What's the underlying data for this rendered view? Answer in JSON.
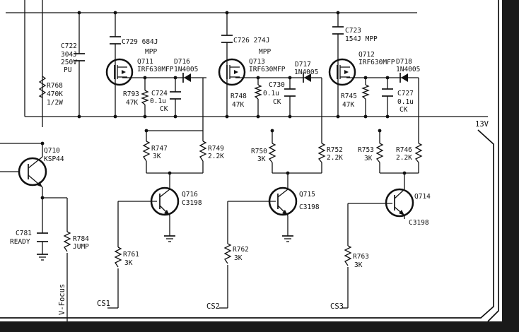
{
  "supply_label": "13V",
  "capacitors": {
    "c722": [
      "C722",
      "304J",
      "250V",
      "PU"
    ],
    "c729": [
      "C729 684J",
      "MPP"
    ],
    "c726": [
      "C726 274J",
      "MPP"
    ],
    "c723": [
      "C723",
      "154J MPP"
    ],
    "c724": [
      "C724",
      "0.1u",
      "CK"
    ],
    "c730": [
      "C730",
      "0.1u",
      "CK"
    ],
    "c727": [
      "C727",
      "0.1u",
      "CK"
    ],
    "c781": [
      "C781",
      "READY"
    ]
  },
  "resistors": {
    "r768": [
      "R768",
      "470K",
      "1/2W"
    ],
    "r793": [
      "R793",
      "47K"
    ],
    "r748": [
      "R748",
      "47K"
    ],
    "r745": [
      "R745",
      "47K"
    ],
    "r747": [
      "R747",
      "3K"
    ],
    "r749": [
      "R749",
      "2.2K"
    ],
    "r750": [
      "R750",
      "3K"
    ],
    "r752": [
      "R752",
      "2.2K"
    ],
    "r753": [
      "R753",
      "3K"
    ],
    "r746": [
      "R746",
      "2.2K"
    ],
    "r784": [
      "R784",
      "JUMP"
    ],
    "r761": [
      "R761",
      "3K"
    ],
    "r762": [
      "R762",
      "3K"
    ],
    "r763": [
      "R763",
      "3K"
    ]
  },
  "transistors": {
    "q710": [
      "Q710",
      "KSP44"
    ],
    "q711": [
      "Q711",
      "IRF630MFP"
    ],
    "q713": [
      "Q713",
      "IRF630MFP"
    ],
    "q712": [
      "Q712",
      "IRF630MFP"
    ],
    "q716": [
      "Q716",
      "C3198"
    ],
    "q715": [
      "Q715",
      "C3198"
    ],
    "q714": [
      "Q714",
      "C3198"
    ]
  },
  "diodes": {
    "d716": [
      "D716",
      "1N4005"
    ],
    "d717": [
      "D717",
      "1N4005"
    ],
    "d718": [
      "D718",
      "1N4005"
    ]
  },
  "nets": {
    "cs1": "CS1",
    "cs2": "CS2",
    "cs3": "CS3",
    "vfocus": "V-Focus"
  }
}
